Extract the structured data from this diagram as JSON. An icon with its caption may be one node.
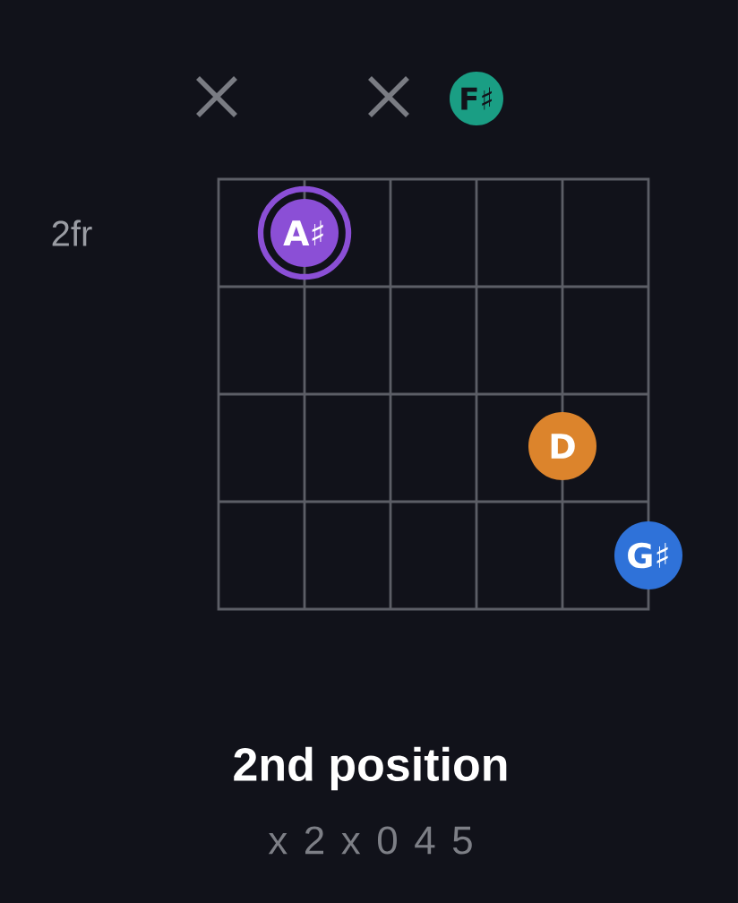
{
  "diagram": {
    "title": "2nd position",
    "nodes": [
      {
        "text": [
          "F♯"
        ]
      },
      {
        "text": [
          "A♯"
        ]
      },
      {
        "text": [
          "D"
        ]
      },
      {
        "text": [
          "G♯"
        ]
      }
    ],
    "labels": [
      "2fr",
      "x 2 x 0 4 5"
    ]
  }
}
